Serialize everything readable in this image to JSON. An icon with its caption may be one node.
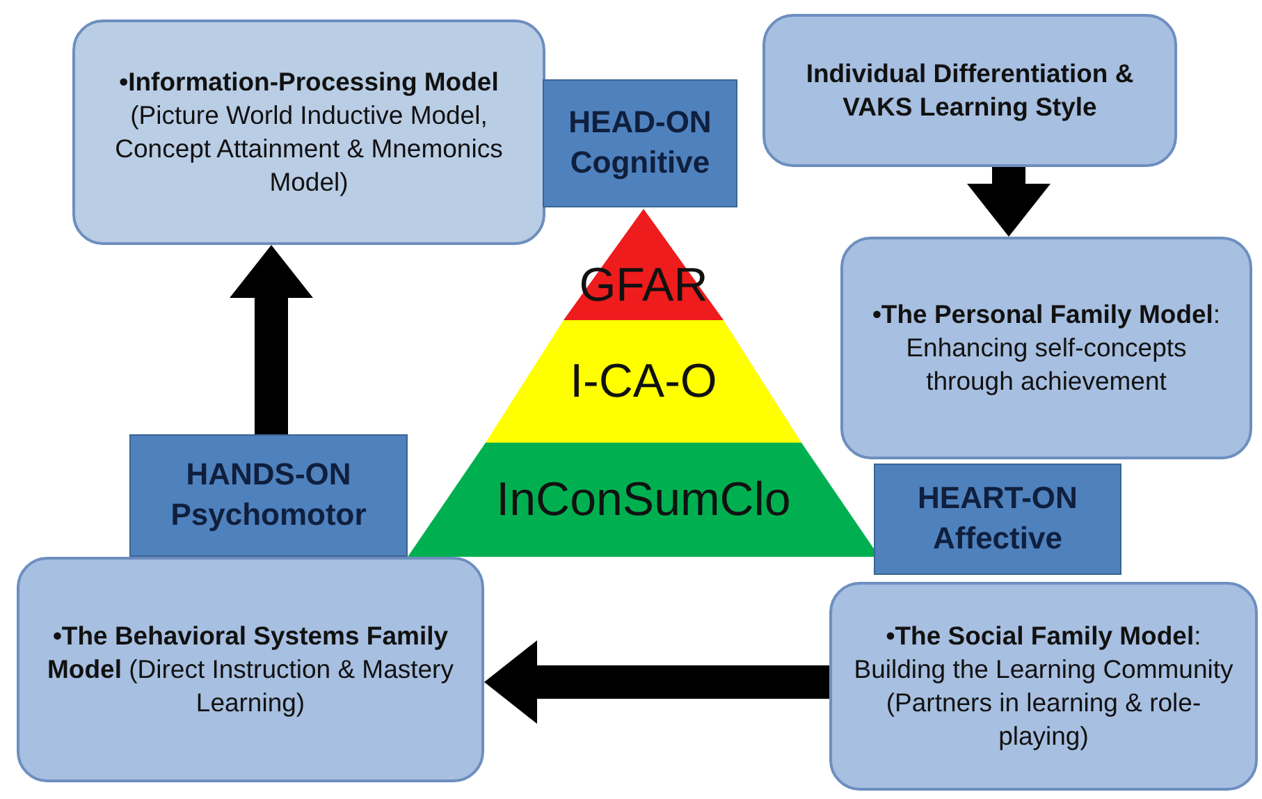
{
  "diagram": {
    "nodes": [
      {
        "text": [
          "**•Information-Processing Model** (Picture World Inductive Model, Concept Attainment & Mnemonics Model)"
        ]
      },
      {
        "text": [
          "HEAD-ON Cognitive"
        ]
      },
      {
        "text": [
          "Individual Differentiation & VAKS Learning Style"
        ]
      },
      {
        "text": [
          "GFAR"
        ]
      },
      {
        "text": [
          "I-CA-O"
        ]
      },
      {
        "text": [
          "InConSumClo"
        ]
      },
      {
        "text": [
          "**•The Personal Family Model**: Enhancing self-concepts through achievement"
        ]
      },
      {
        "text": [
          "HANDS-ON Psychomotor"
        ]
      },
      {
        "text": [
          "HEART-ON Affective"
        ]
      },
      {
        "text": [
          "**•The Behavioral Systems Family Model** (Direct Instruction & Mastery Learning)"
        ]
      },
      {
        "text": [
          "**•The Social Family Model**: Building the Learning Community (Partners in learning & role-playing)"
        ]
      }
    ],
    "edges": [
      {
        "from": 2,
        "to": 6,
        "arrow": "to"
      },
      {
        "from": 10,
        "to": 9,
        "arrow": "to"
      },
      {
        "from": 7,
        "to": 0,
        "arrow": "to"
      }
    ]
  }
}
